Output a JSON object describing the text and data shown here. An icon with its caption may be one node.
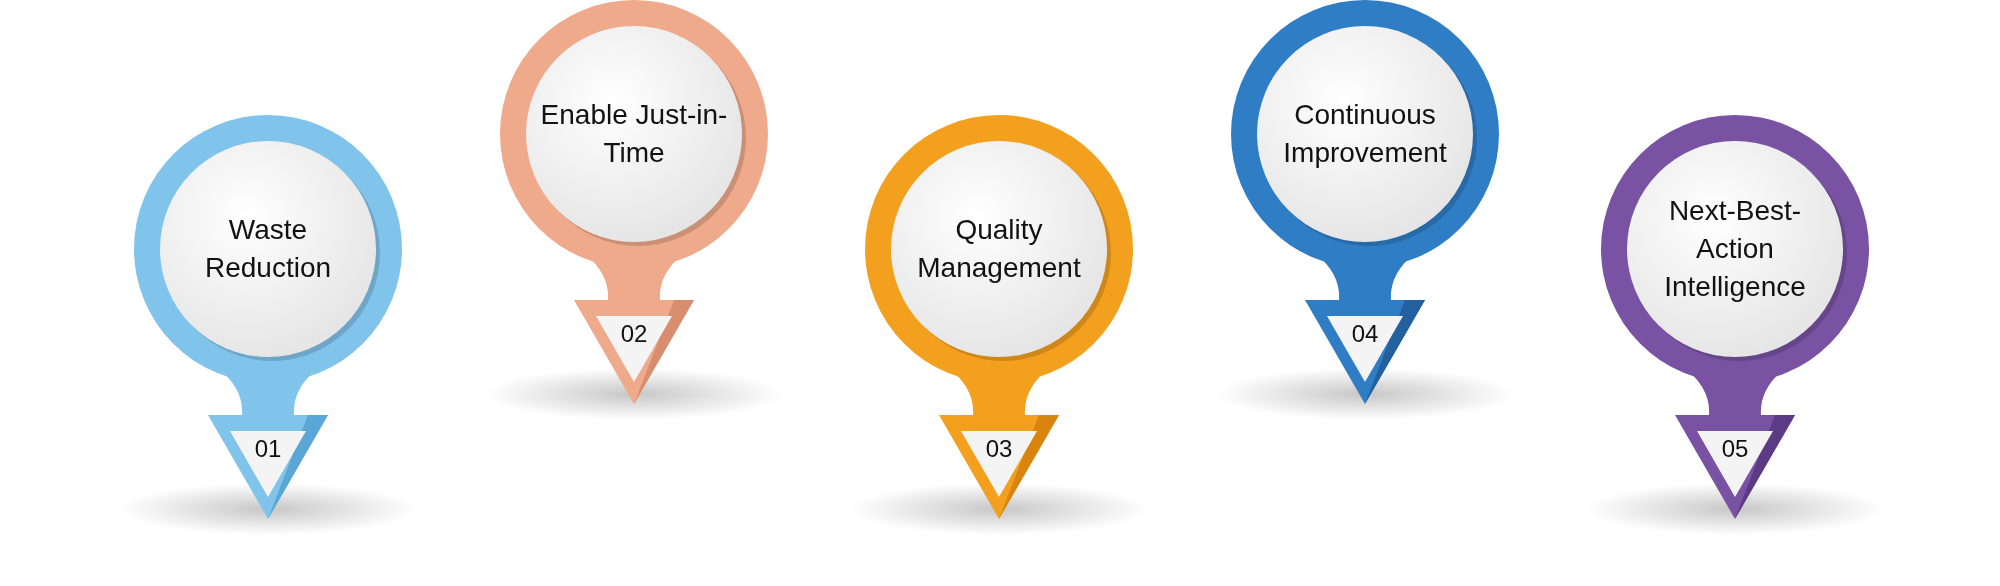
{
  "diagram": {
    "nodes": [
      {
        "text": [
          "Waste Reduction",
          "01"
        ]
      },
      {
        "text": [
          "Enable Just-in-Time",
          "02"
        ]
      },
      {
        "text": [
          "Quality Management",
          "03"
        ]
      },
      {
        "text": [
          "Continuous Improvement",
          "04"
        ]
      },
      {
        "text": [
          "Next-Best-Action Intelligence",
          "05"
        ]
      }
    ]
  }
}
